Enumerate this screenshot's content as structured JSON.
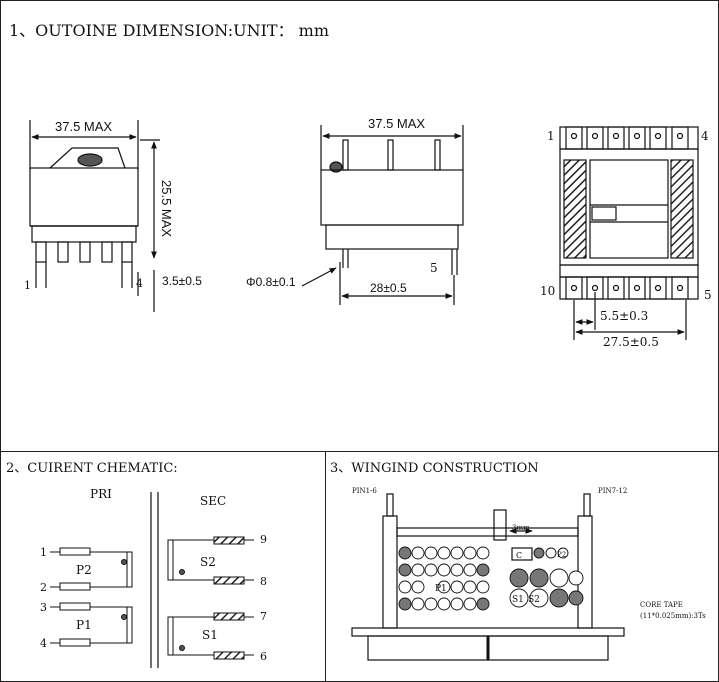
{
  "section1": {
    "title": "1、OUTOINE DIMENSION:UNIT： mm",
    "side_view": {
      "width_label": "37.5 MAX",
      "height_label": "25.5 MAX",
      "pin_first": "1",
      "pin_last": "4",
      "pitch_label": "3.5±0.5"
    },
    "front_view": {
      "width_label": "37.5 MAX",
      "pin_diameter_label": "Φ0.8±0.1",
      "pin_label": "5",
      "span_label": "28±0.5"
    },
    "bottom_view": {
      "pin_1": "1",
      "pin_4": "4",
      "pin_10": "10",
      "pin_5": "5",
      "pitch_label": "5.5±0.3",
      "span_label": "27.5±0.5"
    }
  },
  "section2": {
    "title": "2、CUIRENT CHEMATIC:",
    "pri_label": "PRI",
    "sec_label": "SEC",
    "pri_pins": [
      "1",
      "2",
      "3",
      "4"
    ],
    "p2_label": "P2",
    "p1_label": "P1",
    "sec_pins": [
      "9",
      "8",
      "7",
      "6"
    ],
    "s2_label": "S2",
    "s1_label": "S1"
  },
  "section3": {
    "title": "3、WINGIND CONSTRUCTION",
    "pin_left_label": "PIN1-6",
    "pin_right_label": "PIN7-12",
    "gap_label": "3mm",
    "c_label": "C",
    "p2_label": "P2",
    "p1_label": "P1",
    "s1_label": "S1",
    "s2_label": "S2",
    "core_tape_label": "CORE TAPE",
    "core_tape_spec": "(11*0.025mm):3Ts"
  }
}
